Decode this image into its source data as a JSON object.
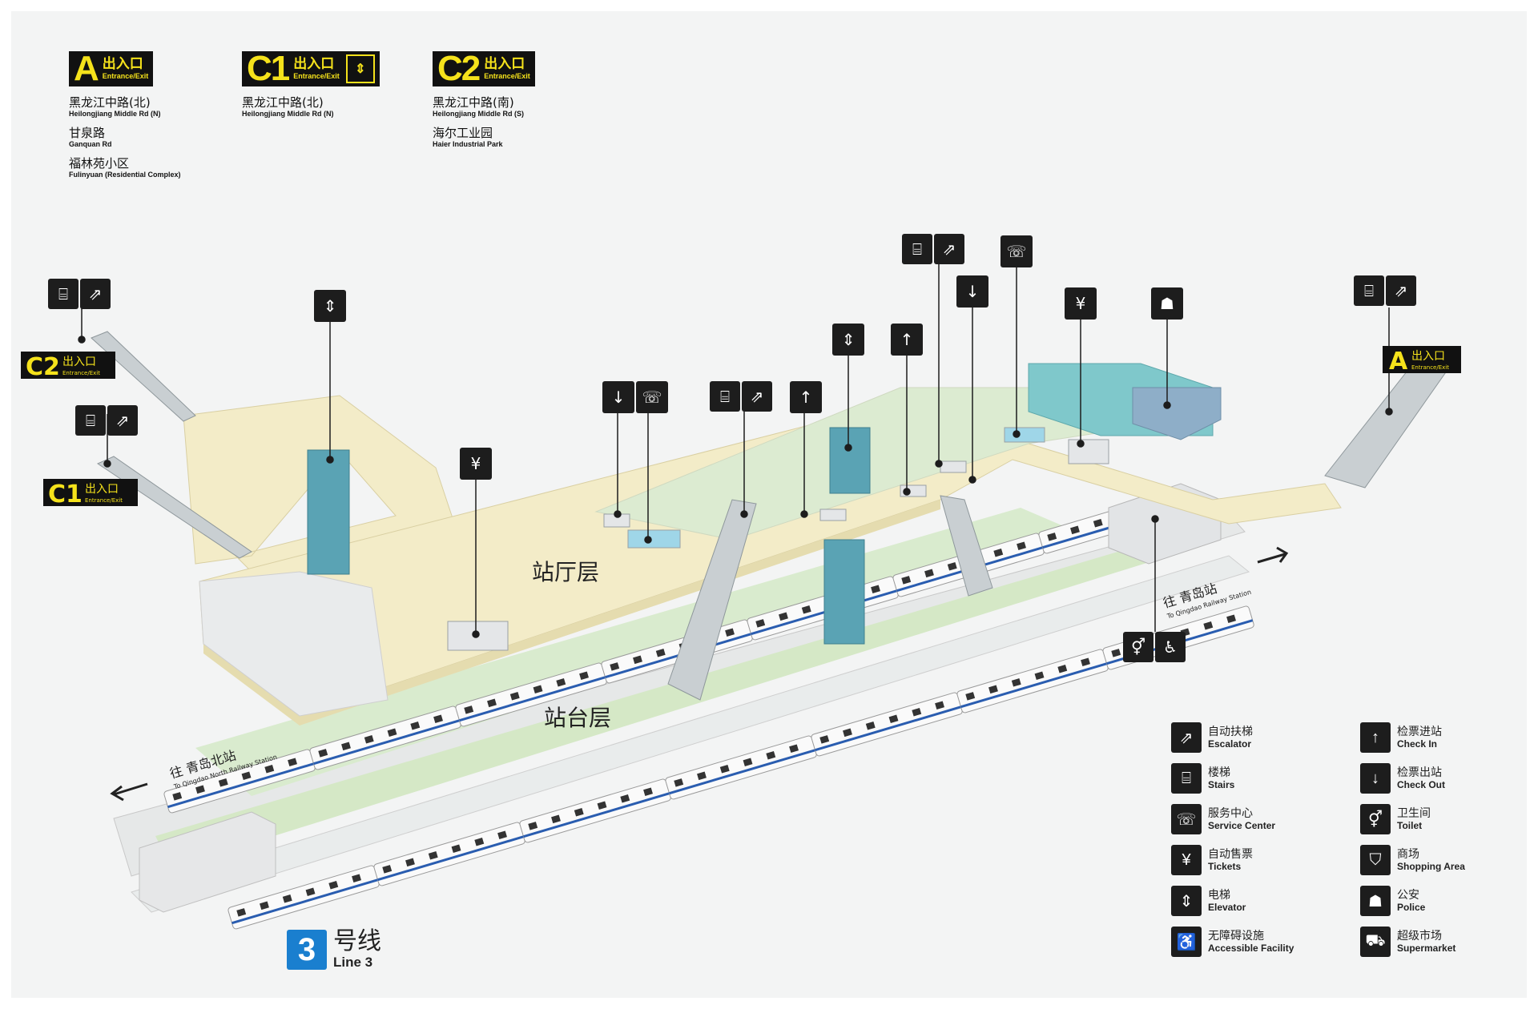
{
  "exits": [
    {
      "letter": "A",
      "zh": "出入口",
      "en": "Entrance/Exit",
      "elevator": false,
      "destinations": [
        {
          "zh": "黑龙江中路(北)",
          "en": "Heilongjiang Middle Rd (N)"
        },
        {
          "zh": "甘泉路",
          "en": "Ganquan Rd"
        },
        {
          "zh": "福林苑小区",
          "en": "Fulinyuan (Residential Complex)"
        }
      ]
    },
    {
      "letter": "C1",
      "zh": "出入口",
      "en": "Entrance/Exit",
      "elevator": true,
      "destinations": [
        {
          "zh": "黑龙江中路(北)",
          "en": "Heilongjiang Middle Rd (N)"
        }
      ]
    },
    {
      "letter": "C2",
      "zh": "出入口",
      "en": "Entrance/Exit",
      "elevator": false,
      "destinations": [
        {
          "zh": "黑龙江中路(南)",
          "en": "Heilongjiang Middle Rd (S)"
        },
        {
          "zh": "海尔工业园",
          "en": "Haier Industrial Park"
        }
      ]
    }
  ],
  "map": {
    "concourse_label": "站厅层",
    "platform_label": "站台层",
    "exit_c2": {
      "letter": "C2",
      "zh": "出入口",
      "en": "Entrance/Exit"
    },
    "exit_c1": {
      "letter": "C1",
      "zh": "出入口",
      "en": "Entrance/Exit"
    },
    "exit_a": {
      "letter": "A",
      "zh": "出入口",
      "en": "Entrance/Exit"
    },
    "dir_east_zh": "往 青岛站",
    "dir_east_en": "To Qingdao Railway Station",
    "dir_west_zh": "往 青岛北站",
    "dir_west_en": "To Qingdao North Railway Station"
  },
  "line": {
    "number": "3",
    "zh": "号线",
    "en": "Line 3",
    "color": "#1a7fcf"
  },
  "colors": {
    "concourse": "#f3ecc8",
    "platform": "#dceccf",
    "pillar": "#5aa3b4",
    "sign_bg": "#1d1d1d",
    "exit_yellow": "#f5e21b"
  },
  "legend": [
    {
      "icon": "escalator-icon",
      "glyph": "⇗",
      "zh": "自动扶梯",
      "en": "Escalator"
    },
    {
      "icon": "stairs-icon",
      "glyph": "⌸",
      "zh": "楼梯",
      "en": "Stairs"
    },
    {
      "icon": "service-center-icon",
      "glyph": "☏",
      "zh": "服务中心",
      "en": "Service Center"
    },
    {
      "icon": "tickets-icon",
      "glyph": "¥",
      "zh": "自动售票",
      "en": "Tickets"
    },
    {
      "icon": "elevator-icon",
      "glyph": "⇕",
      "zh": "电梯",
      "en": "Elevator"
    },
    {
      "icon": "accessible-icon",
      "glyph": "♿",
      "zh": "无障碍设施",
      "en": "Accessible Facility"
    },
    {
      "icon": "check-in-icon",
      "glyph": "↑",
      "zh": "检票进站",
      "en": "Check In"
    },
    {
      "icon": "check-out-icon",
      "glyph": "↓",
      "zh": "检票出站",
      "en": "Check Out"
    },
    {
      "icon": "toilet-icon",
      "glyph": "⚥",
      "zh": "卫生间",
      "en": "Toilet"
    },
    {
      "icon": "shopping-icon",
      "glyph": "⛉",
      "zh": "商场",
      "en": "Shopping Area"
    },
    {
      "icon": "police-icon",
      "glyph": "☗",
      "zh": "公安",
      "en": "Police"
    },
    {
      "icon": "supermarket-icon",
      "glyph": "⛟",
      "zh": "超级市场",
      "en": "Supermarket"
    }
  ]
}
